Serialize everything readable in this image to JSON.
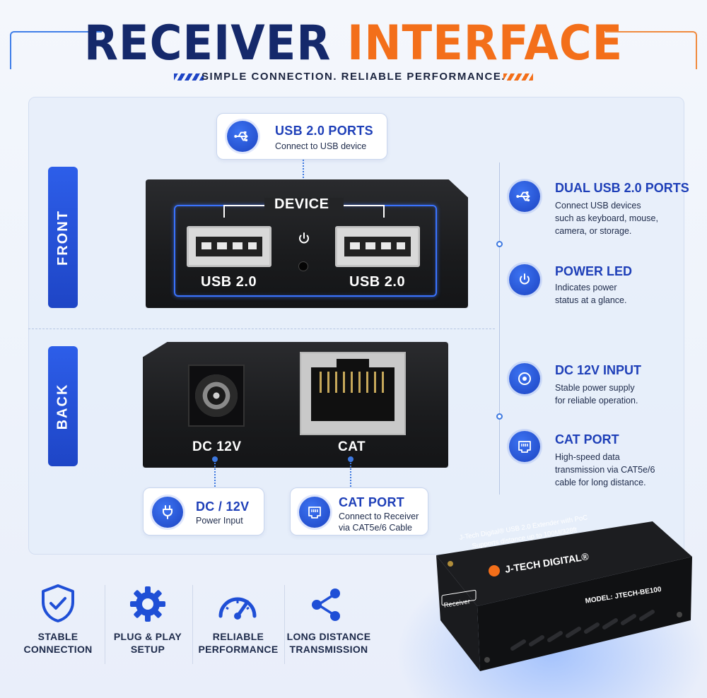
{
  "header": {
    "title_part1": "RECEIVER",
    "title_part2": "INTERFACE",
    "subtitle": "SIMPLE CONNECTION. RELIABLE PERFORMANCE."
  },
  "sections": {
    "front_label": "FRONT",
    "back_label": "BACK"
  },
  "top_callout": {
    "title": "USB 2.0 PORTS",
    "desc": "Connect to USB device",
    "icon": "usb-icon"
  },
  "front_device": {
    "bracket_label": "DEVICE",
    "port_left_label": "USB 2.0",
    "port_right_label": "USB 2.0",
    "power_icon": "power-icon"
  },
  "back_device": {
    "dc_label": "DC 12V",
    "cat_label": "CAT"
  },
  "bottom_callouts": [
    {
      "title": "DC / 12V",
      "desc": "Power Input",
      "icon": "plug-icon"
    },
    {
      "title": "CAT PORT",
      "desc_line1": "Connect to Receiver",
      "desc_line2": "via CAT5e/6 Cable",
      "icon": "ethernet-icon"
    }
  ],
  "features": [
    {
      "title": "DUAL USB 2.0 PORTS",
      "lines": [
        "Connect USB devices",
        "such as keyboard, mouse,",
        "camera, or storage."
      ],
      "icon": "usb-icon"
    },
    {
      "title": "POWER LED",
      "lines": [
        "Indicates power",
        "status at a glance."
      ],
      "icon": "power-icon"
    },
    {
      "title": "DC 12V INPUT",
      "lines": [
        "Stable power supply",
        "for reliable operation."
      ],
      "icon": "dc-jack-icon"
    },
    {
      "title": "CAT PORT",
      "lines": [
        "High-speed data",
        "transmission via CAT5e/6",
        "cable for long distance."
      ],
      "icon": "ethernet-icon"
    }
  ],
  "bottom_features": [
    {
      "line1": "STABLE",
      "line2": "CONNECTION",
      "icon": "shield-check-icon"
    },
    {
      "line1": "PLUG & PLAY",
      "line2": "SETUP",
      "icon": "gear-icon"
    },
    {
      "line1": "RELIABLE",
      "line2": "PERFORMANCE",
      "icon": "gauge-icon"
    },
    {
      "line1": "LONG DISTANCE",
      "line2": "TRANSMISSION",
      "icon": "share-icon"
    }
  ],
  "product": {
    "line1": "J-Tech Digital® USB 2.0 Extender with PoC",
    "line2": "Supports distance up to 100M/328ft",
    "brand": "J-TECH DIGITAL®",
    "model": "MODEL: JTECH-BE100",
    "badge": "Receiver"
  },
  "colors": {
    "navy": "#15296b",
    "orange": "#f36f1a",
    "accent_blue": "#1e3fb8"
  }
}
